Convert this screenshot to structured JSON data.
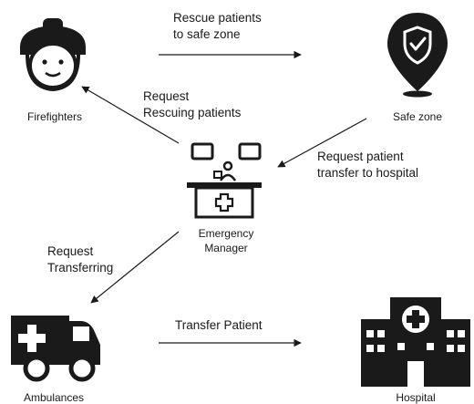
{
  "nodes": {
    "firefighters": {
      "label": "Firefighters",
      "icon": "firefighter-icon"
    },
    "safe_zone": {
      "label": "Safe zone",
      "icon": "shield-location-pin-icon"
    },
    "emergency_manager": {
      "label_line1": "Emergency",
      "label_line2": "Manager",
      "icon": "emergency-console-icon"
    },
    "ambulances": {
      "label": "Ambulances",
      "icon": "ambulance-icon"
    },
    "hospital": {
      "label": "Hospital",
      "icon": "hospital-building-icon"
    }
  },
  "edges": {
    "rescue_to_safe_zone": {
      "line1": "Rescue patients",
      "line2": "to safe zone"
    },
    "request_rescuing": {
      "line1": "Request",
      "line2": "Rescuing patients"
    },
    "request_transfer_hospital": {
      "line1": "Request patient",
      "line2": "transfer to hospital"
    },
    "request_transferring": {
      "line1": "Request",
      "line2": "Transferring"
    },
    "transfer_patient": {
      "line1": "Transfer Patient"
    }
  },
  "colors": {
    "ink": "#1a1a1a",
    "background": "#ffffff"
  }
}
